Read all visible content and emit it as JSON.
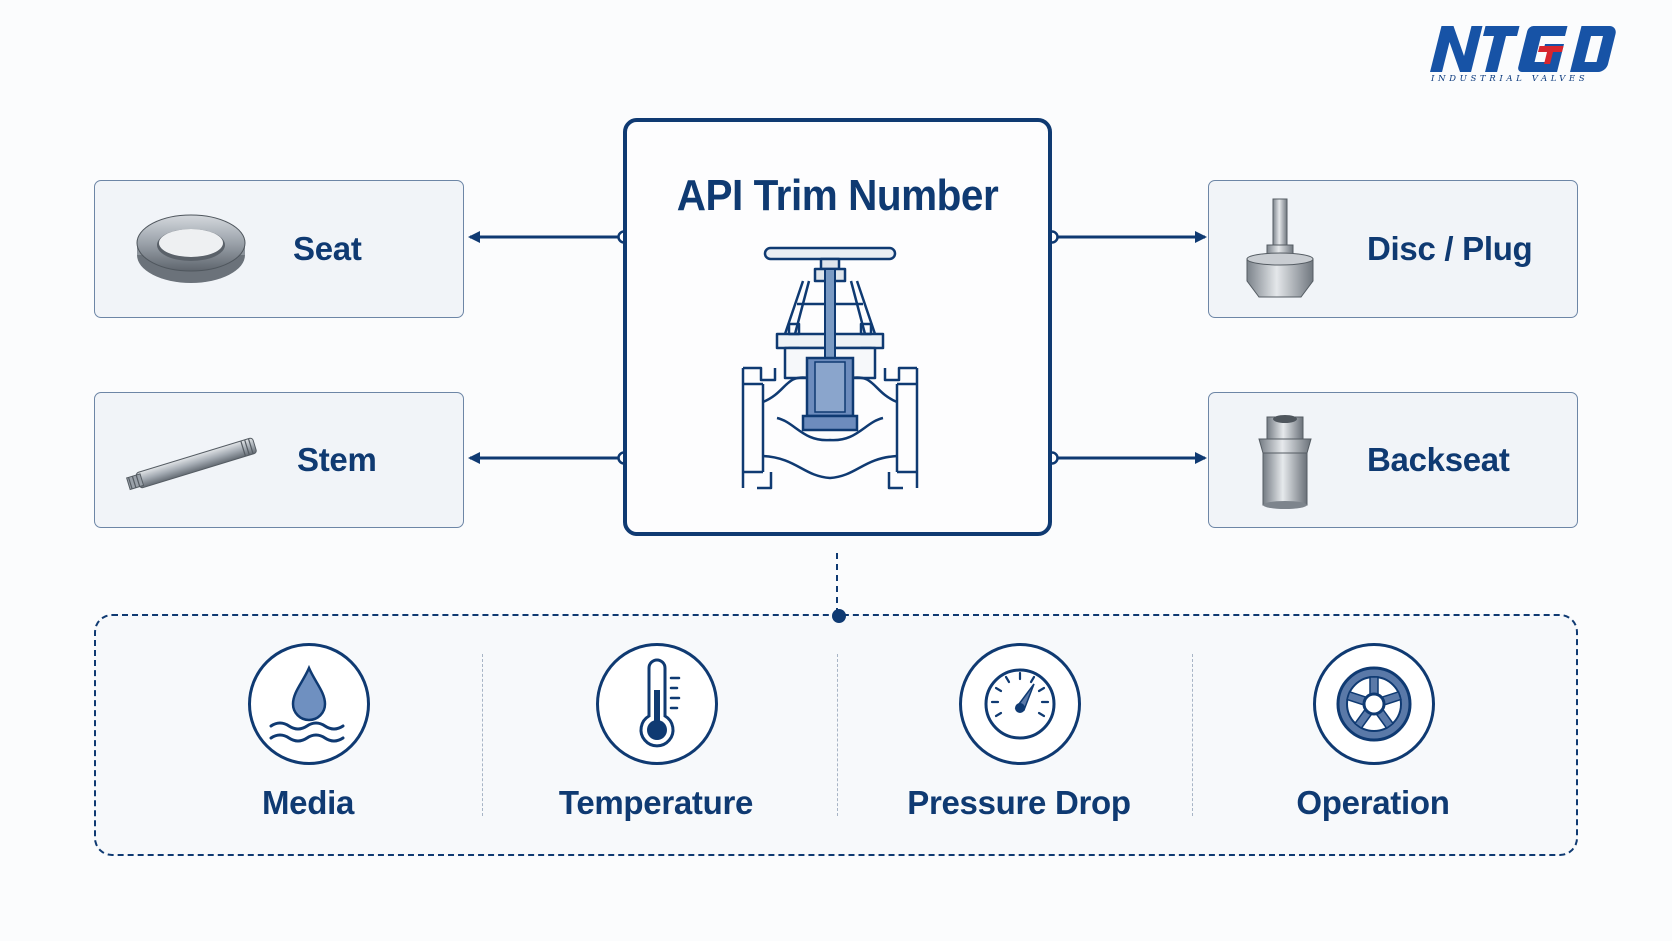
{
  "logo": {
    "wordmark": "NTGD",
    "subtitle": "INDUSTRIAL VALVES",
    "colors": {
      "primary": "#1753a6",
      "accent": "#d7262e"
    }
  },
  "center": {
    "title": "API Trim Number",
    "icon": "gate-valve-icon"
  },
  "parts": {
    "left": [
      {
        "label": "Seat",
        "icon": "seat-ring-icon"
      },
      {
        "label": "Stem",
        "icon": "stem-rod-icon"
      }
    ],
    "right": [
      {
        "label": "Disc / Plug",
        "icon": "disc-plug-icon"
      },
      {
        "label": "Backseat",
        "icon": "backseat-bushing-icon"
      }
    ]
  },
  "factors": [
    {
      "label": "Media",
      "icon": "water-drop-icon"
    },
    {
      "label": "Temperature",
      "icon": "thermometer-icon"
    },
    {
      "label": "Pressure Drop",
      "icon": "pressure-gauge-icon"
    },
    {
      "label": "Operation",
      "icon": "handwheel-icon"
    }
  ],
  "colors": {
    "navy": "#0f3a72",
    "box_border": "#6d86a6",
    "box_fill": "#f1f4f8",
    "steel": "#9aa3ad",
    "accent_blue": "#5a79a8",
    "background": "#fbfcfd"
  }
}
